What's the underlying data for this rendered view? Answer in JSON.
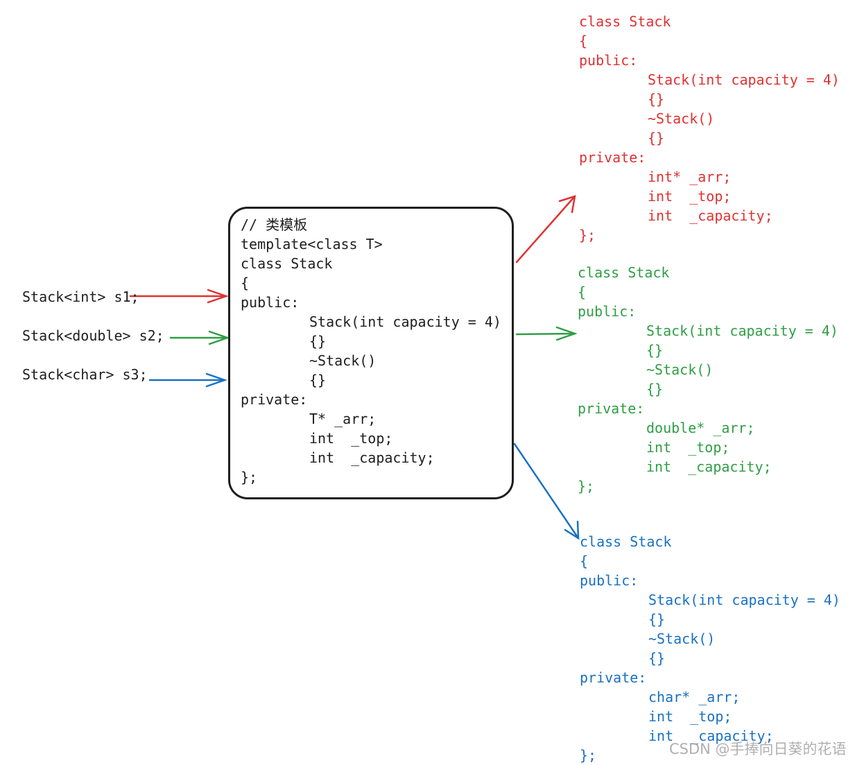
{
  "colors": {
    "int": "#e03131",
    "double": "#2f9e44",
    "char": "#1971c2",
    "template": "#1e1e1e"
  },
  "instantiations": [
    {
      "text": "Stack<int> s1;",
      "color_key": "int"
    },
    {
      "text": "Stack<double> s2;",
      "color_key": "double"
    },
    {
      "text": "Stack<char> s3;",
      "color_key": "char"
    }
  ],
  "template": {
    "lines": [
      {
        "text": "// 类模板",
        "indent": false
      },
      {
        "text": "template<class T>",
        "indent": false
      },
      {
        "text": "class Stack",
        "indent": false
      },
      {
        "text": "{",
        "indent": false
      },
      {
        "text": "public:",
        "indent": false
      },
      {
        "text": "Stack(int capacity = 4)",
        "indent": true
      },
      {
        "text": "{}",
        "indent": true
      },
      {
        "text": "~Stack()",
        "indent": true
      },
      {
        "text": "{}",
        "indent": true
      },
      {
        "text": "private:",
        "indent": false
      },
      {
        "text": "T* _arr;",
        "indent": true
      },
      {
        "text": "int  _top;",
        "indent": true
      },
      {
        "text": "int  _capacity;",
        "indent": true
      },
      {
        "text": "};",
        "indent": false
      }
    ]
  },
  "expansions": [
    {
      "type": "int",
      "lines": [
        {
          "text": "class Stack",
          "indent": false
        },
        {
          "text": "{",
          "indent": false
        },
        {
          "text": "public:",
          "indent": false
        },
        {
          "text": "Stack(int capacity = 4)",
          "indent": true
        },
        {
          "text": "{}",
          "indent": true
        },
        {
          "text": "~Stack()",
          "indent": true
        },
        {
          "text": "{}",
          "indent": true
        },
        {
          "text": "private:",
          "indent": false
        },
        {
          "text": "int* _arr;",
          "indent": true
        },
        {
          "text": "int  _top;",
          "indent": true
        },
        {
          "text": "int  _capacity;",
          "indent": true
        },
        {
          "text": "};",
          "indent": false
        }
      ]
    },
    {
      "type": "double",
      "lines": [
        {
          "text": "class Stack",
          "indent": false
        },
        {
          "text": "{",
          "indent": false
        },
        {
          "text": "public:",
          "indent": false
        },
        {
          "text": "Stack(int capacity = 4)",
          "indent": true
        },
        {
          "text": "{}",
          "indent": true
        },
        {
          "text": "~Stack()",
          "indent": true
        },
        {
          "text": "{}",
          "indent": true
        },
        {
          "text": "private:",
          "indent": false
        },
        {
          "text": "double* _arr;",
          "indent": true
        },
        {
          "text": "int  _top;",
          "indent": true
        },
        {
          "text": "int  _capacity;",
          "indent": true
        },
        {
          "text": "};",
          "indent": false
        }
      ]
    },
    {
      "type": "char",
      "lines": [
        {
          "text": "class Stack",
          "indent": false
        },
        {
          "text": "{",
          "indent": false
        },
        {
          "text": "public:",
          "indent": false
        },
        {
          "text": "Stack(int capacity = 4)",
          "indent": true
        },
        {
          "text": "{}",
          "indent": true
        },
        {
          "text": "~Stack()",
          "indent": true
        },
        {
          "text": "{}",
          "indent": true
        },
        {
          "text": "private:",
          "indent": false
        },
        {
          "text": "char* _arr;",
          "indent": true
        },
        {
          "text": "int  _top;",
          "indent": true
        },
        {
          "text": "int  _capacity;",
          "indent": true
        },
        {
          "text": "};",
          "indent": false
        }
      ]
    }
  ],
  "watermark": "CSDN @手捧向日葵的花语"
}
